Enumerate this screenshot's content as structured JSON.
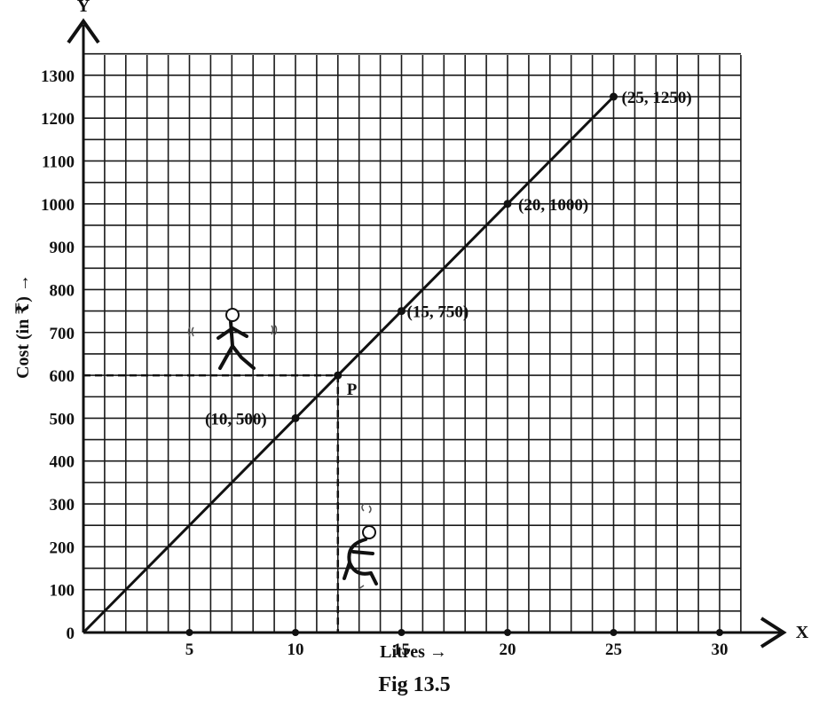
{
  "chart_data": {
    "type": "line",
    "caption": "Fig 13.5",
    "xlabel": "Litres →",
    "ylabel": "Cost (in ₹) →",
    "x_axis_letter": "X",
    "y_axis_letter": "Y",
    "xlim": [
      0,
      31
    ],
    "ylim": [
      0,
      1350
    ],
    "x_minor_step": 1,
    "y_minor_step": 50,
    "grid": true,
    "x_ticks": [
      5,
      10,
      15,
      20,
      25,
      30
    ],
    "y_ticks": [
      0,
      100,
      200,
      300,
      400,
      500,
      600,
      700,
      800,
      900,
      1000,
      1100,
      1200,
      1300
    ],
    "series": [
      {
        "x": [
          0,
          10,
          15,
          20,
          25
        ],
        "y": [
          0,
          500,
          750,
          1000,
          1250
        ]
      }
    ],
    "labeled_points": [
      {
        "x": 10,
        "y": 500,
        "label": "(10, 500)"
      },
      {
        "x": 15,
        "y": 750,
        "label": "(15, 750)"
      },
      {
        "x": 20,
        "y": 1000,
        "label": "(20, 1000)"
      },
      {
        "x": 25,
        "y": 1250,
        "label": "(25, 1250)"
      }
    ],
    "axis_markers": [
      5,
      10,
      15,
      20,
      25,
      30
    ],
    "highlight_point": {
      "x": 12,
      "y": 600,
      "label": "P"
    },
    "colors": {
      "line": "#111111",
      "grid": "#1a1a1a",
      "background": "#ffffff"
    }
  }
}
